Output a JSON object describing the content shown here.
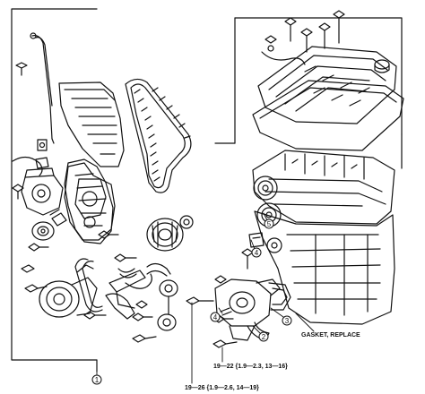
{
  "callouts": {
    "c1": "1",
    "c2": "2",
    "c3": "3",
    "c4": "4",
    "c5": "5"
  },
  "labels": {
    "gasket_note": "GASKET, REPLACE",
    "torque_a": "19—22 {1.9—2.3, 13—16}",
    "torque_b": "19—26 {1.9—2.6, 14—19}"
  }
}
